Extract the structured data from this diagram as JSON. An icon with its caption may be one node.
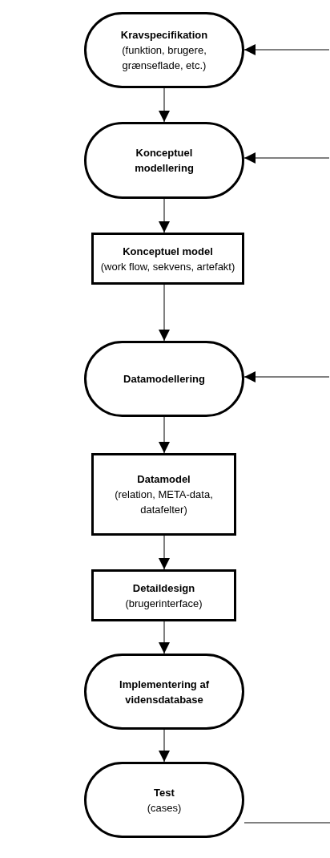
{
  "diagram": {
    "nodes": [
      {
        "text": [
          "Kravspecifikation",
          "(funktion, brugere, grænseflade, etc.)"
        ]
      },
      {
        "text": [
          "Konceptuel modellering"
        ]
      },
      {
        "text": [
          "Konceptuel model",
          "(work flow, sekvens, artefakt)"
        ]
      },
      {
        "text": [
          "Datamodellering"
        ]
      },
      {
        "text": [
          "Datamodel",
          "(relation, META-data, datafelter)"
        ]
      },
      {
        "text": [
          "Detaildesign",
          "(brugerinterface)"
        ]
      },
      {
        "text": [
          "Implementering af vidensdatabase"
        ]
      },
      {
        "text": [
          "Test",
          "(cases)"
        ]
      }
    ],
    "edges": [
      {
        "from": 0,
        "to": 1,
        "arrow": "to"
      },
      {
        "from": 1,
        "to": 2,
        "arrow": "to"
      },
      {
        "from": 2,
        "to": 3,
        "arrow": "to"
      },
      {
        "from": 3,
        "to": 4,
        "arrow": "to"
      },
      {
        "from": 4,
        "to": 5,
        "arrow": "to"
      },
      {
        "from": 5,
        "to": 6,
        "arrow": "to"
      },
      {
        "from": 6,
        "to": 7,
        "arrow": "to"
      },
      {
        "from": null,
        "to": 0,
        "arrow": "to"
      },
      {
        "from": null,
        "to": 1,
        "arrow": "to"
      },
      {
        "from": null,
        "to": 3,
        "arrow": "to"
      },
      {
        "from": 7,
        "to": null,
        "arrow": "none",
        "color": "#808080"
      }
    ]
  }
}
